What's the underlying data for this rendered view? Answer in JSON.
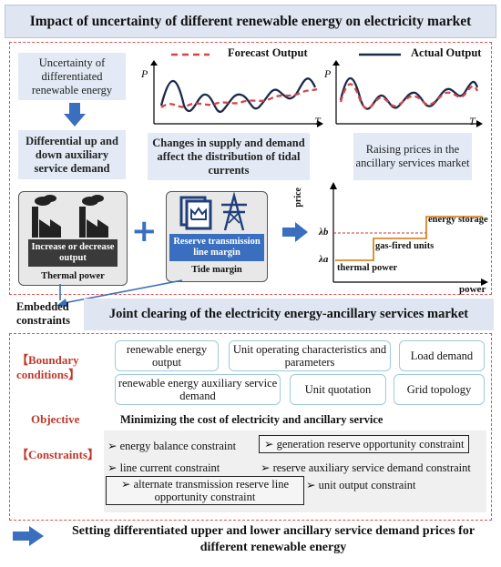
{
  "title": "Impact of uncertainty of different renewable energy on electricity market",
  "top_section": {
    "uncertainty": "Uncertainty of differentiated renewable energy",
    "differential": "Differential up and down auxiliary service demand",
    "legend_forecast": "Forecast Output",
    "legend_actual": "Actual Output",
    "axis_p": "P",
    "axis_t": "T",
    "changes_supply": "Changes in supply and demand affect the distribution of tidal currents",
    "raising_prices": "Raising prices in the ancillary services market",
    "thermal_label": "Increase or decrease output",
    "thermal_caption": "Thermal power",
    "tide_label": "Reserve transmission line margin",
    "tide_caption": "Tide margin",
    "plus": "+"
  },
  "price_chart": {
    "ylabel": "price",
    "xlabel": "power",
    "lambda_b": "λb",
    "lambda_a": "λa",
    "steps": [
      "thermal power",
      "gas-fired units",
      "energy storage"
    ],
    "colors": {
      "step": "#d4760a",
      "ref": "#c0392b"
    }
  },
  "middle": {
    "embedded": "Embedded constraints",
    "joint_clearing": "Joint clearing of the electricity energy-ancillary services market"
  },
  "bottom": {
    "boundary_label": "【Boundary conditions】",
    "boundary_items": [
      "renewable energy output",
      "Unit operating characteristics and parameters",
      "Load demand",
      "renewable energy auxiliary service demand",
      "Unit quotation",
      "Grid topology"
    ],
    "objective_label": "Objective",
    "objective_text": "Minimizing the cost of electricity and ancillary service",
    "constraints_label": "【Constraints】",
    "constraints": [
      "➢ energy balance constraint",
      "➢ generation reserve opportunity constraint",
      "➢ line current constraint",
      "➢ reserve auxiliary service demand constraint",
      "➢ alternate transmission reserve line opportunity constraint",
      "➢ unit output constraint"
    ]
  },
  "footer": "Setting differentiated upper and lower ancillary service demand prices for different renewable energy",
  "colors": {
    "accent_blue": "#3a6fbf",
    "dash_red": "#d9534f",
    "panel_blue": "#e3eaf5",
    "dark_navy": "#1c2a4a"
  }
}
